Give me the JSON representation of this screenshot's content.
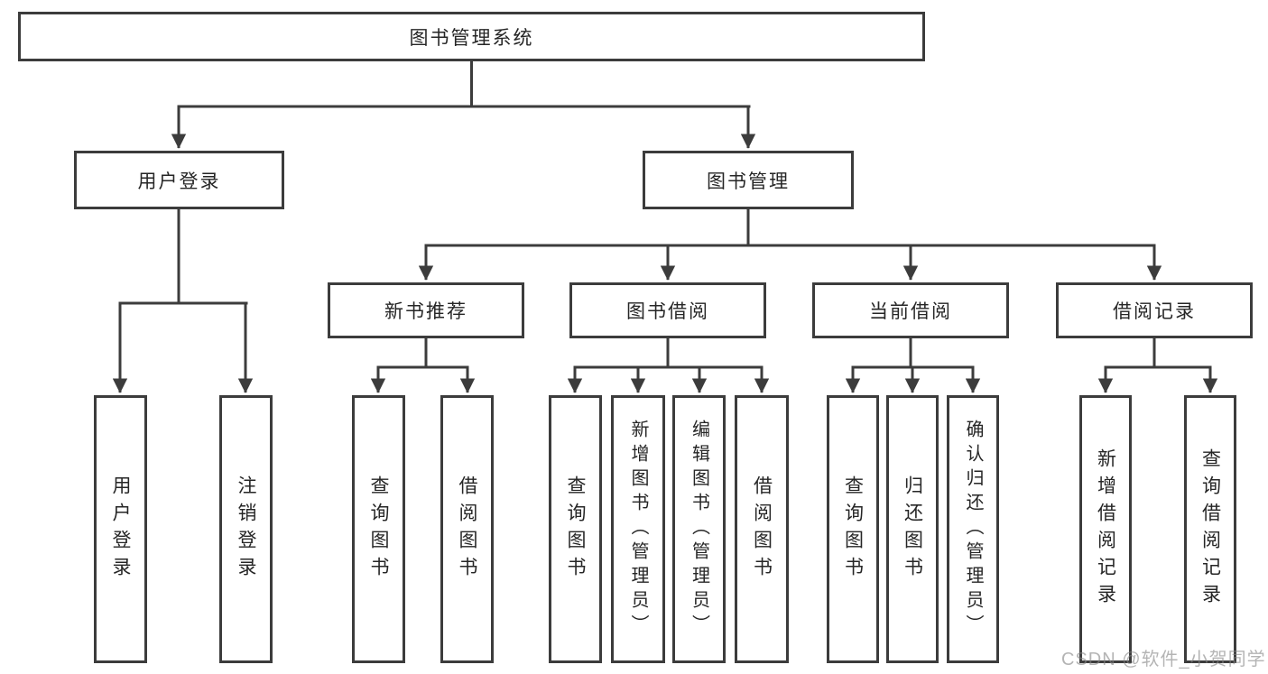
{
  "diagram": {
    "root": {
      "label": "图书管理系统"
    },
    "branches": [
      {
        "label": "用户登录",
        "children": [
          {
            "label": "用户登录"
          },
          {
            "label": "注销登录"
          }
        ]
      },
      {
        "label": "图书管理",
        "children": [
          {
            "label": "新书推荐",
            "children": [
              {
                "label": "查询图书"
              },
              {
                "label": "借阅图书"
              }
            ]
          },
          {
            "label": "图书借阅",
            "children": [
              {
                "label": "查询图书"
              },
              {
                "label": "新增图书（管理员）"
              },
              {
                "label": "编辑图书（管理员）"
              },
              {
                "label": "借阅图书"
              }
            ]
          },
          {
            "label": "当前借阅",
            "children": [
              {
                "label": "查询图书"
              },
              {
                "label": "归还图书"
              },
              {
                "label": "确认归还（管理员）"
              }
            ]
          },
          {
            "label": "借阅记录",
            "children": [
              {
                "label": "新增借阅记录"
              },
              {
                "label": "查询借阅记录"
              }
            ]
          }
        ]
      }
    ],
    "watermark": {
      "text": "CSDN @软件_小贺同学"
    },
    "colors": {
      "line": "#3c3c3c",
      "text": "#262626",
      "background": "#ffffff",
      "watermark": "#9b9b9b"
    }
  }
}
